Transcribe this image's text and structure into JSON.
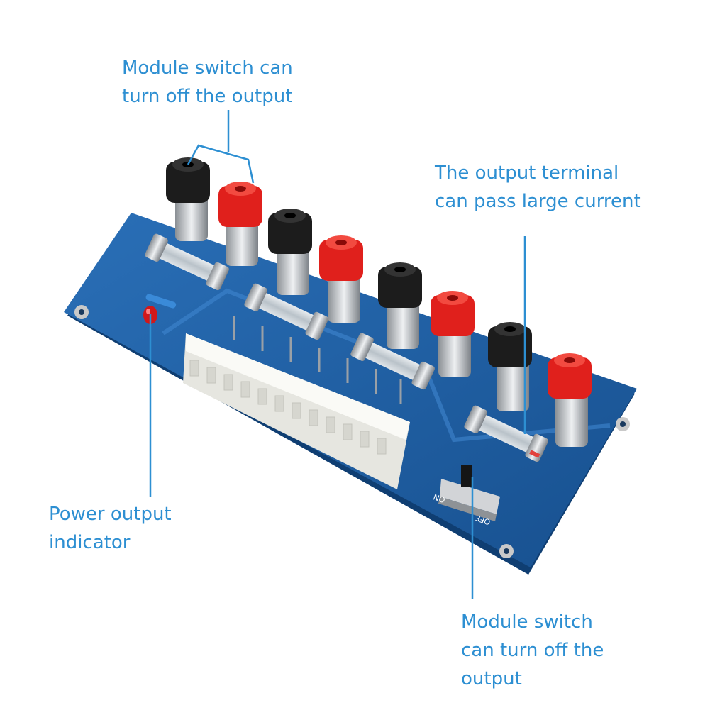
{
  "callouts": {
    "top_left": [
      "Module switch can",
      "turn off the output"
    ],
    "top_right": [
      "The output terminal",
      "can pass large current"
    ],
    "bottom_left": [
      "Power output",
      "indicator"
    ],
    "bottom_right": [
      "Module switch",
      "can turn off the",
      "output"
    ]
  },
  "switch_labels": {
    "on": "ON",
    "off": "OFF"
  },
  "colors": {
    "callout_text": "#2d8fd2",
    "pcb": "#1e5fa6",
    "post_black": "#1c1c1c",
    "post_red": "#e0201c",
    "connector": "#f4f4f0"
  }
}
